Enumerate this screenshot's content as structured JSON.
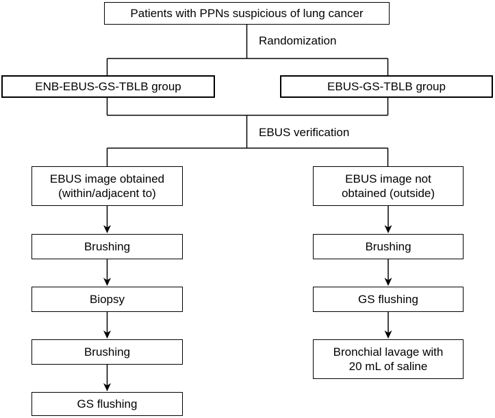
{
  "figure": {
    "background": "#ffffff",
    "line_color": "#000000",
    "text_color": "#000000"
  },
  "flowchart": {
    "top_box": "Patients with PPNs suspicious of lung cancer",
    "randomization_label": "Randomization",
    "left_group_box": "ENB-EBUS-GS-TBLB group",
    "right_group_box": "EBUS-GS-TBLB group",
    "ebus_verification_label": "EBUS verification",
    "left_branch_box": {
      "line1": "EBUS image obtained",
      "line2": "(within/adjacent to)"
    },
    "right_branch_box": {
      "line1": "EBUS image not",
      "line2": "obtained (outside)"
    },
    "left_steps": [
      "Brushing",
      "Biopsy",
      "Brushing",
      "GS flushing"
    ],
    "right_steps": [
      "Brushing",
      "GS flushing"
    ],
    "right_final_box": {
      "line1": "Bronchial lavage with",
      "line2": "20 mL of saline"
    }
  }
}
